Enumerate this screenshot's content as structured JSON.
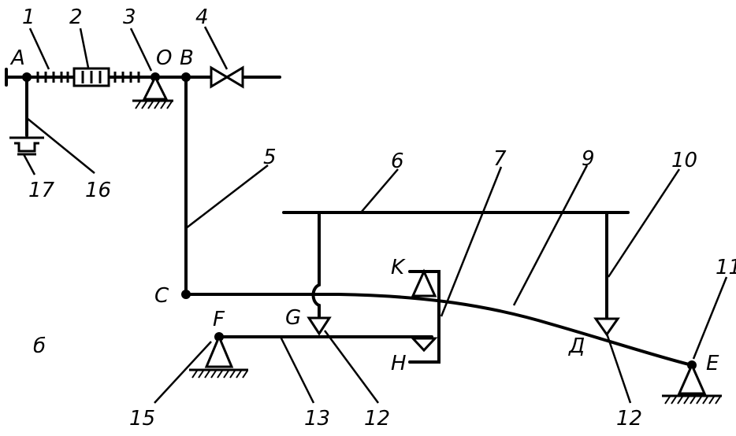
{
  "points": {
    "A": "A",
    "O": "O",
    "B": "B",
    "C": "C",
    "G": "G",
    "F": "F",
    "K": "K",
    "H": "H",
    "D": "Д",
    "E": "E"
  },
  "numbers": {
    "n1": "1",
    "n2": "2",
    "n3": "3",
    "n4": "4",
    "n5": "5",
    "n6": "6",
    "n7": "7",
    "n9": "9",
    "n10": "10",
    "n11": "11",
    "n12a": "12",
    "n12b": "12",
    "n13": "13",
    "n15": "15",
    "n16": "16",
    "n17": "17"
  },
  "figure_label": "б"
}
